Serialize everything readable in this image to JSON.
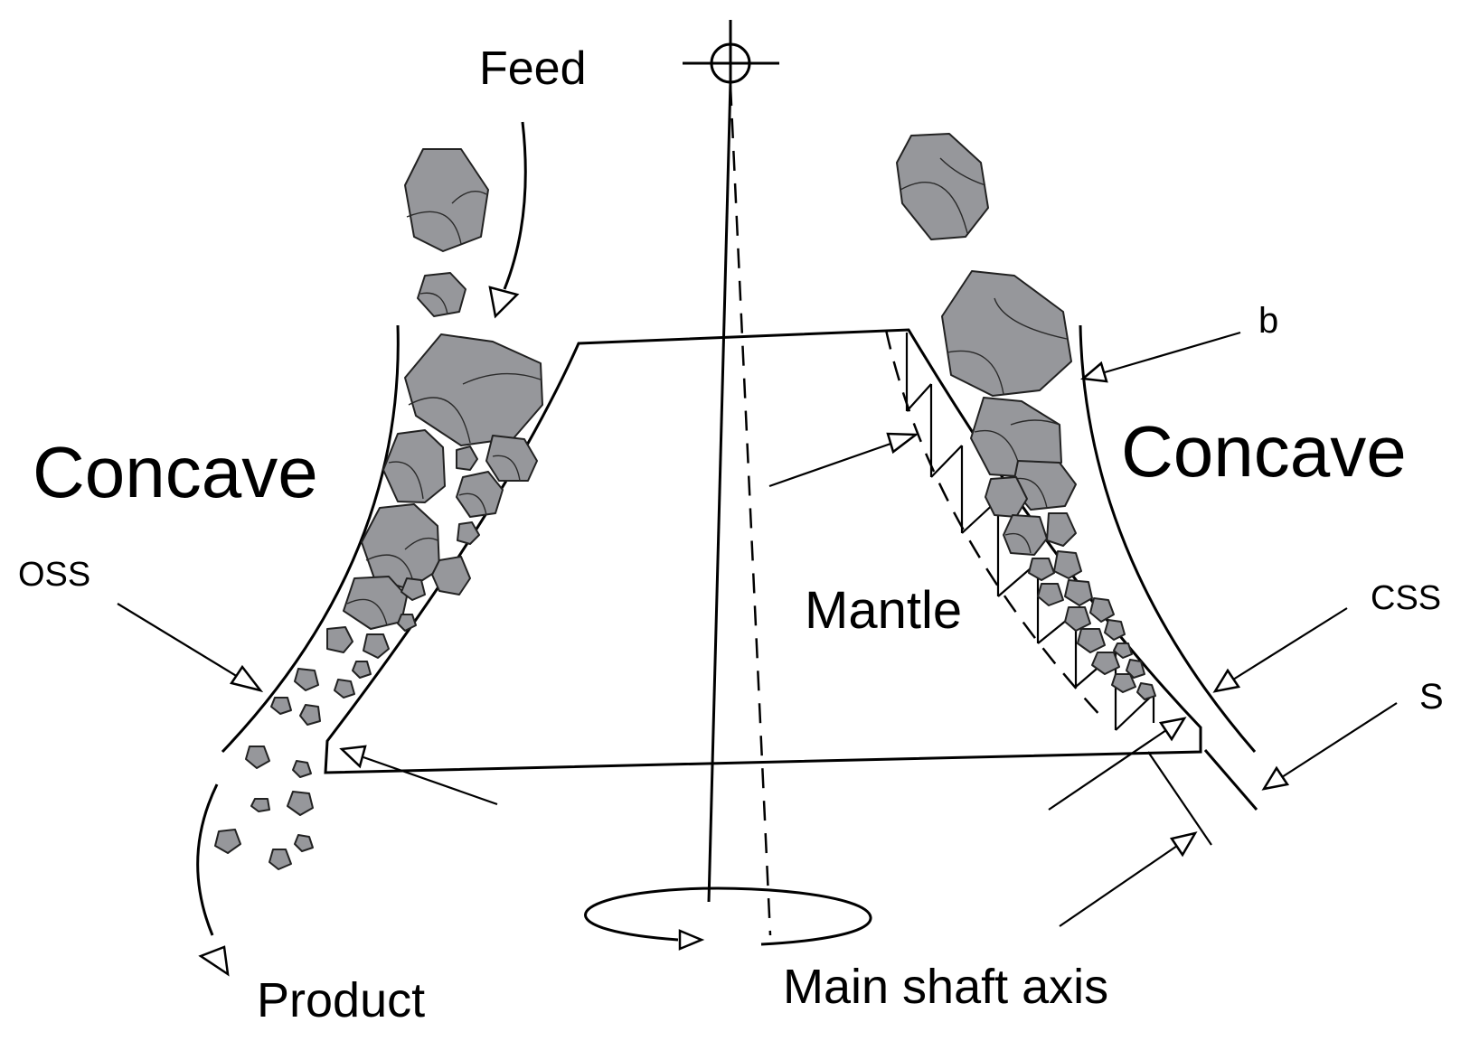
{
  "labels": {
    "feed": "Feed",
    "product": "Product",
    "concave_left": "Concave",
    "concave_right": "Concave",
    "mantle": "Mantle",
    "oss": "OSS",
    "css": "CSS",
    "b": "b",
    "s": "S",
    "main_shaft_axis": "Main shaft axis"
  },
  "colors": {
    "rock_fill": "#96979b",
    "line": "#000000",
    "background": "#ffffff"
  }
}
